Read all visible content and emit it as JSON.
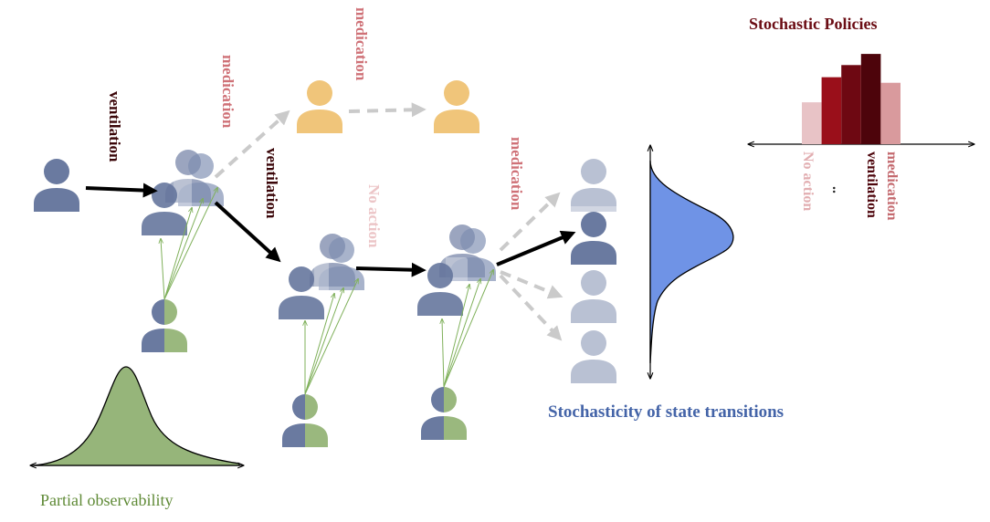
{
  "captions": {
    "partial_observability": "Partial observability",
    "stochastic_transitions": "Stochasticity of state transitions",
    "stochastic_policies": "Stochastic Policies"
  },
  "actions": {
    "ventilation": "ventilation",
    "medication": "medication",
    "no_action": "No action"
  },
  "policy_histogram": {
    "ellipsis": "..",
    "bar_labels": [
      "No action",
      "ventilation",
      "medication"
    ],
    "bar_values": [
      0.45,
      0.72,
      0.85,
      0.97,
      0.66
    ],
    "bar_colors": [
      "#e8c3c6",
      "#9a0f1a",
      "#6e0812",
      "#4d040b",
      "#d99a9d"
    ]
  },
  "colors": {
    "patient_blue": "#6a7aa0",
    "patient_faded": "#b9c1d3",
    "patient_orange": "#f0c57a",
    "observation_green": "#9ab87e",
    "action_arrow": "#000000",
    "hypothetical_arrow": "#c9c9c9",
    "transition_curve": "#6f93e6",
    "observation_curve": "#96b57a",
    "label_dark_red": "#3a0508",
    "label_red": "#cf7177",
    "label_faded_red": "#ecc5c7"
  }
}
